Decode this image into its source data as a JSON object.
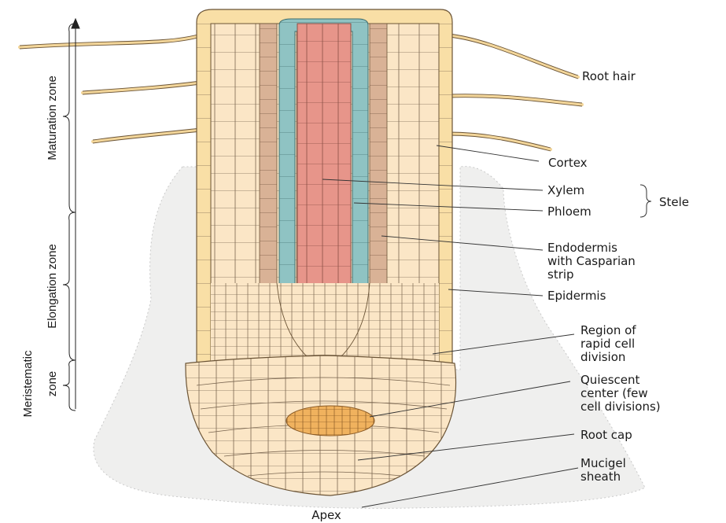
{
  "zones": {
    "maturation": "Maturation zone",
    "elongation": "Elongation zone",
    "meristematic_line1": "Meristematic",
    "meristematic_line2": "zone"
  },
  "labels": {
    "root_hair": "Root hair",
    "cortex": "Cortex",
    "xylem": "Xylem",
    "phloem": "Phloem",
    "stele": "Stele",
    "endodermis_1": "Endodermis",
    "endodermis_2": "with Casparian",
    "endodermis_3": "strip",
    "epidermis": "Epidermis",
    "rapid_1": "Region of",
    "rapid_2": "rapid cell",
    "rapid_3": "division",
    "quiescent_1": "Quiescent",
    "quiescent_2": "center (few",
    "quiescent_3": "cell divisions)",
    "root_cap": "Root cap",
    "mucigel_1": "Mucigel",
    "mucigel_2": "sheath",
    "apex": "Apex"
  },
  "colors": {
    "epidermis": "#f9dfa6",
    "cortex": "#fbe6c6",
    "endodermis": "#d9b296",
    "phloem": "#8fc3c3",
    "xylem": "#e7958a",
    "quiescent": "#f0b25e",
    "mucigel": "#efefee"
  }
}
